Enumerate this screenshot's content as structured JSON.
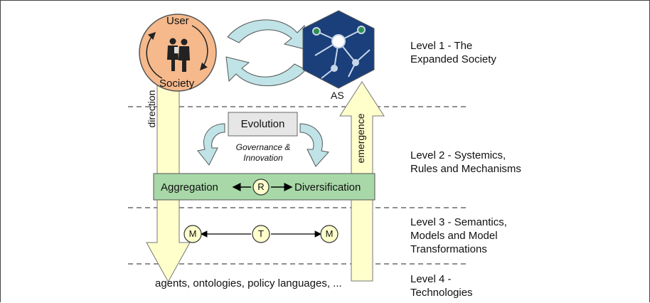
{
  "levels": [
    "Level 1 - The\nExpanded Society",
    "Level 2 - Systemics,\nRules and Mechanisms",
    "Level 3 - Semantics,\nModels and Model\nTransformations",
    "Level 4 -\nTechnologies"
  ],
  "cycle": {
    "top": "User",
    "bottom": "Society"
  },
  "as_label": "AS",
  "direction_label": "direction",
  "emergence_label": "emergence",
  "evolution_label": "Evolution",
  "governance_label": "Governance &\nInnovation",
  "aggregation_label": "Aggregation",
  "diversification_label": "Diversification",
  "r_label": "R",
  "t_label": "T",
  "m_left_label": "M",
  "m_right_label": "M",
  "technologies_label": "agents, ontologies, policy languages, ...",
  "colors": {
    "user_circle": "#f5b98c",
    "arrow_fill": "#ffffcc",
    "bar_fill": "#a8d8a8",
    "hexagon": "#1a3f7a",
    "curved_arrow": "#bfe3e6",
    "box": "#e6e6e6"
  }
}
